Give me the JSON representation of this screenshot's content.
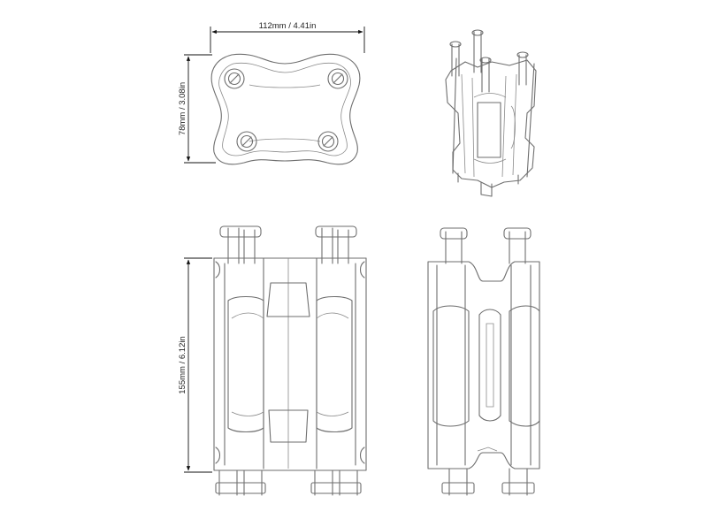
{
  "dimensions": {
    "width_label": "112mm / 4.41in",
    "height_label": "78mm / 3.08in",
    "length_label": "155mm / 6.12in"
  },
  "colors": {
    "line": "#6e6e6e",
    "dimension": "#111111",
    "background": "#ffffff"
  }
}
